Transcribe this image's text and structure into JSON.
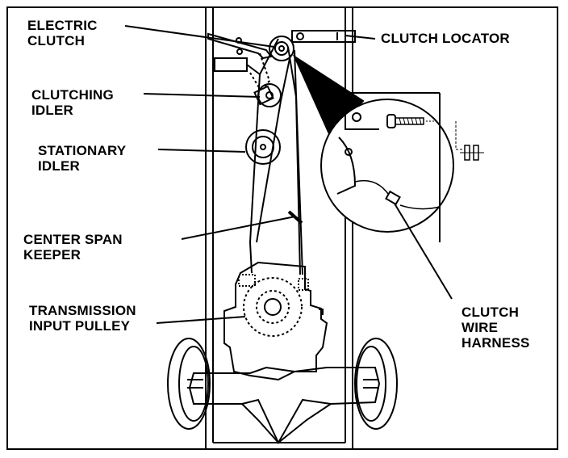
{
  "labels": {
    "electric_clutch": "ELECTRIC\nCLUTCH",
    "clutch_locator": "CLUTCH LOCATOR",
    "clutching_idler": "CLUTCHING\nIDLER",
    "stationary_idler": "STATIONARY\nIDLER",
    "center_span_keeper": "CENTER SPAN\nKEEPER",
    "transmission_input_pulley": "TRANSMISSION\nINPUT PULLEY",
    "clutch_wire_harness": "CLUTCH\nWIRE\nHARNESS"
  },
  "colors": {
    "line": "#000000",
    "background": "#ffffff"
  }
}
